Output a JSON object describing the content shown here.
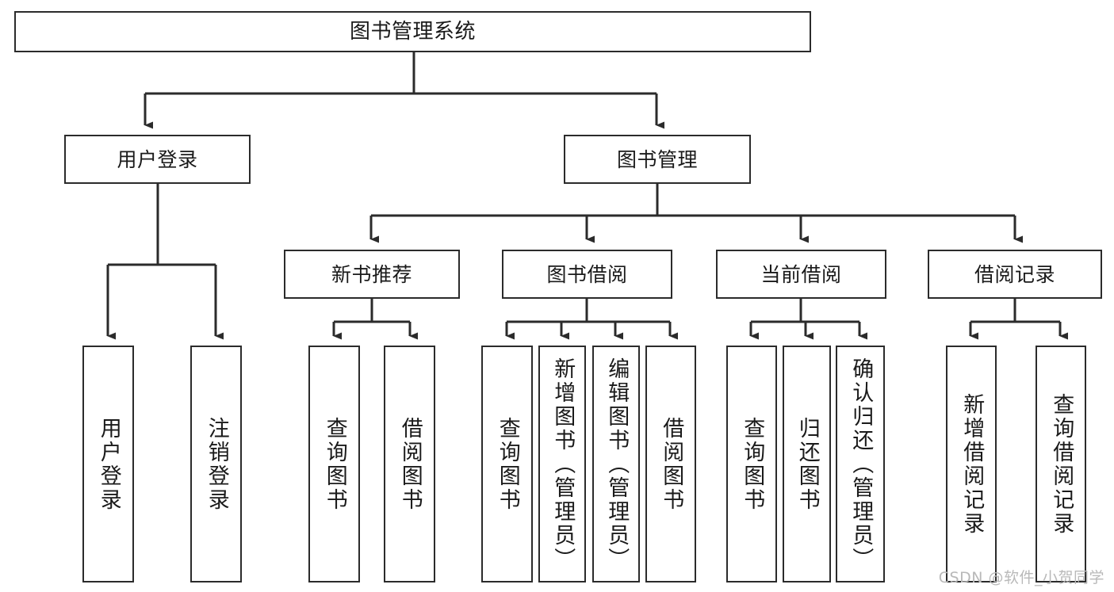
{
  "diagram": {
    "title": "图书管理系统",
    "watermark": "CSDN @软件_小贺同学",
    "type": "tree-hierarchy-diagram",
    "colors": {
      "box_border": "#2b2b2b",
      "box_fill": "#ffffff",
      "connector": "#2b2b2b",
      "text": "#1a1a1a",
      "watermark": "#b9b9b9",
      "background": "#ffffff"
    },
    "levels": {
      "root": {
        "label": "图书管理系统"
      },
      "level2": [
        {
          "label": "用户登录"
        },
        {
          "label": "图书管理"
        }
      ],
      "level3": [
        {
          "label": "新书推荐"
        },
        {
          "label": "图书借阅"
        },
        {
          "label": "当前借阅"
        },
        {
          "label": "借阅记录"
        }
      ],
      "level4": {
        "user_login_children": [
          {
            "label": "用户登录"
          },
          {
            "label": "注销登录"
          }
        ],
        "new_book_children": [
          {
            "label": "查询图书"
          },
          {
            "label": "借阅图书"
          }
        ],
        "book_borrow_children": [
          {
            "label": "查询图书"
          },
          {
            "label": "新增图书（管理员）"
          },
          {
            "label": "编辑图书（管理员）"
          },
          {
            "label": "借阅图书"
          }
        ],
        "current_borrow_children": [
          {
            "label": "查询图书"
          },
          {
            "label": "归还图书"
          },
          {
            "label": "确认归还（管理员）"
          }
        ],
        "borrow_record_children": [
          {
            "label": "新增借阅记录"
          },
          {
            "label": "查询借阅记录"
          }
        ]
      }
    }
  }
}
